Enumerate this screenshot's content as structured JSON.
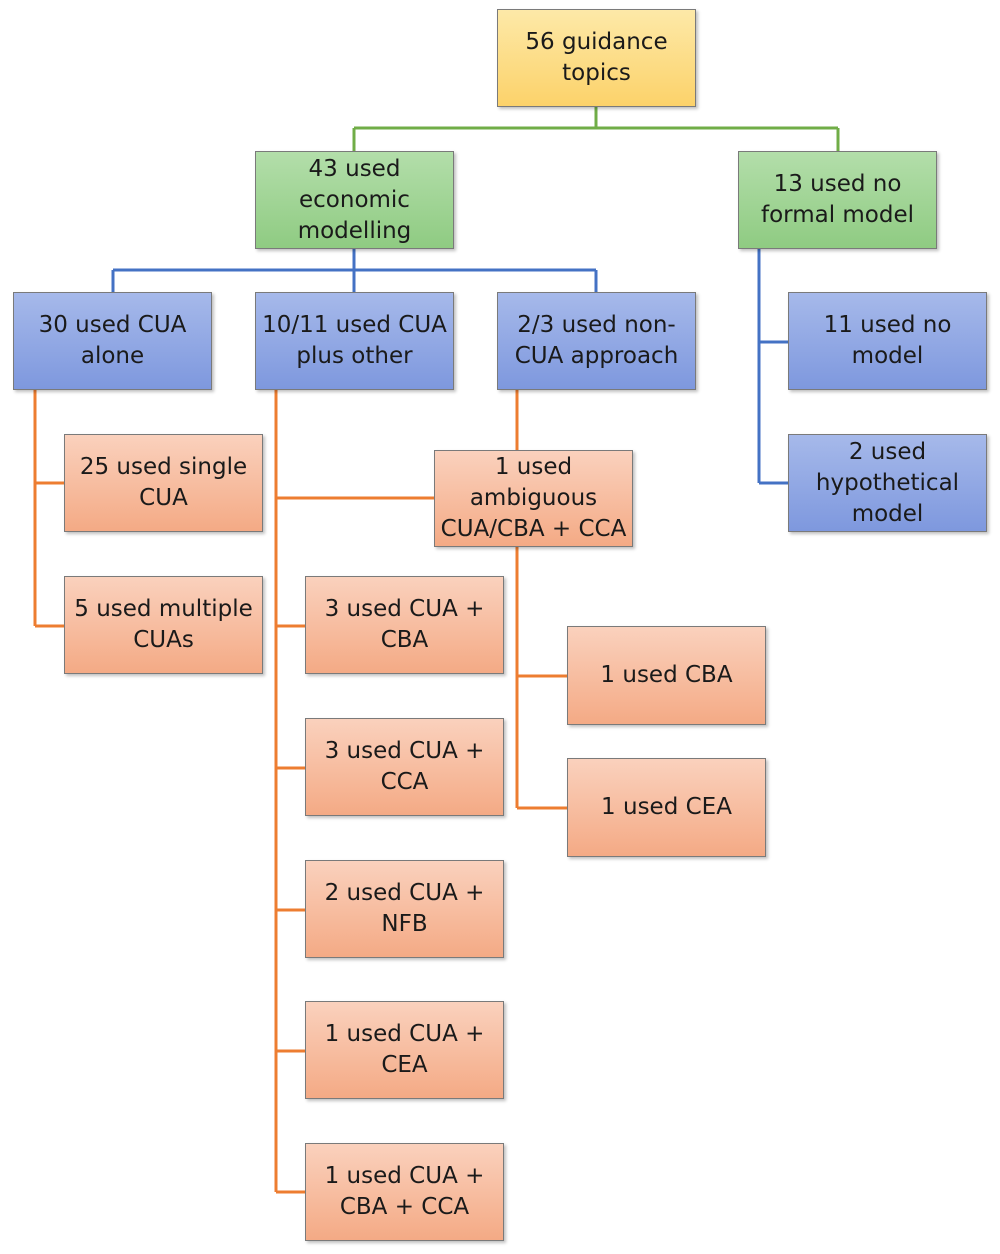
{
  "nodes": {
    "root": "56 guidance\ntopics",
    "economic": "43 used\neconomic\nmodelling",
    "no_formal": "13 used no\nformal model",
    "cua_alone": "30 used CUA\nalone",
    "cua_plus_other": "10/11 used CUA\nplus other",
    "non_cua": "2/3 used non-\nCUA approach",
    "no_model": "11 used no\nmodel",
    "hypothetical": "2 used\nhypothetical\nmodel",
    "single_cua": "25 used single\nCUA",
    "multiple_cuas": "5 used multiple\nCUAs",
    "ambiguous": "1 used\nambiguous\nCUA/CBA + CCA",
    "cua_cba": "3 used CUA  +\nCBA",
    "cua_cca": "3 used CUA +\nCCA",
    "cua_nfb": "2 used CUA +\nNFB",
    "cua_cea": "1 used CUA +\nCEA",
    "cua_cba_cca": "1 used CUA +\nCBA + CCA",
    "cba": "1 used CBA",
    "cea": "1 used CEA"
  },
  "colors": {
    "green_line": "#70ad47",
    "blue_line": "#4472c4",
    "orange_line": "#ed7d31",
    "border": "#7a7a7a"
  }
}
